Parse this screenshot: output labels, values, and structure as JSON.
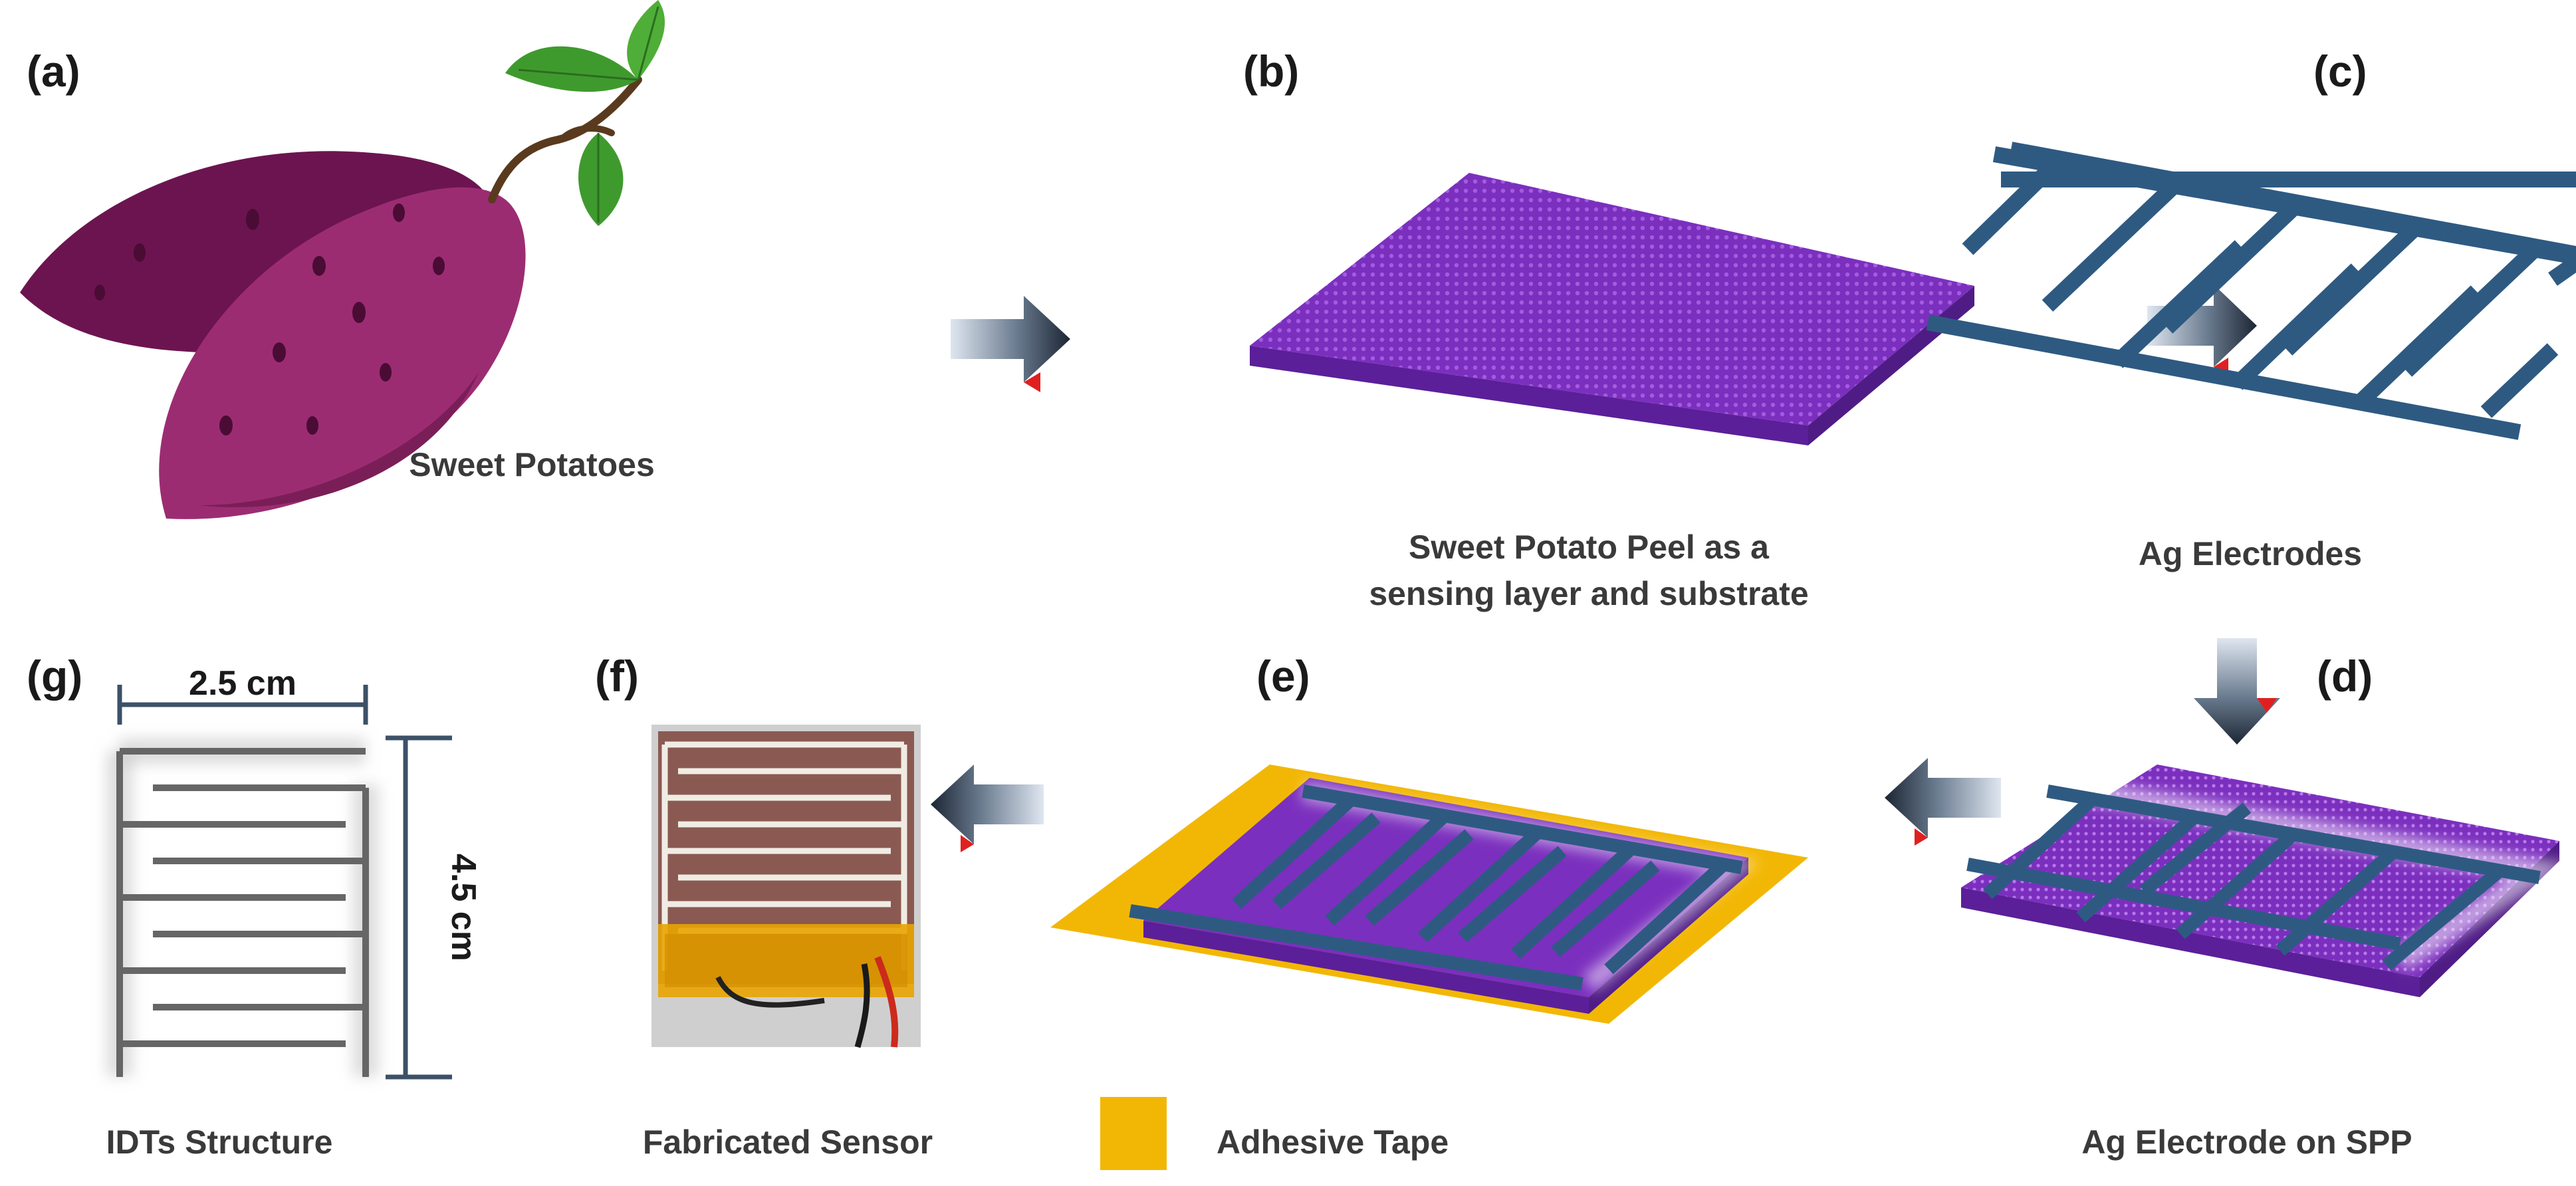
{
  "panels": {
    "a": {
      "label": "(a)",
      "caption": "Sweet Potatoes"
    },
    "b": {
      "label": "(b)",
      "caption_line1": "Sweet Potato Peel as a",
      "caption_line2": "sensing layer and substrate"
    },
    "c": {
      "label": "(c)",
      "caption": "Ag Electrodes"
    },
    "d": {
      "label": "(d)",
      "caption": "Ag Electrode on SPP"
    },
    "e": {
      "label": "(e)"
    },
    "f": {
      "label": "(f)",
      "caption": "Fabricated Sensor"
    },
    "g": {
      "label": "(g)",
      "caption": "IDTs Structure",
      "width_label": "2.5 cm",
      "height_label": "4.5 cm"
    }
  },
  "legend": {
    "label": "Adhesive Tape",
    "color": "#f2b705"
  },
  "colors": {
    "peel_purple": "#7b2fbe",
    "peel_side": "#4f1c86",
    "electrode_blue": "#2e5a82",
    "potato_dark": "#7a1e57",
    "potato_light": "#9c2c72",
    "leaf_green": "#3f9a2e",
    "tape_yellow": "#f2b705",
    "idt_gray": "#666666",
    "dim_line": "#3c5168"
  },
  "icons": [
    "process-arrow-icon",
    "sweet-potato-illustration",
    "leaf-icon"
  ]
}
